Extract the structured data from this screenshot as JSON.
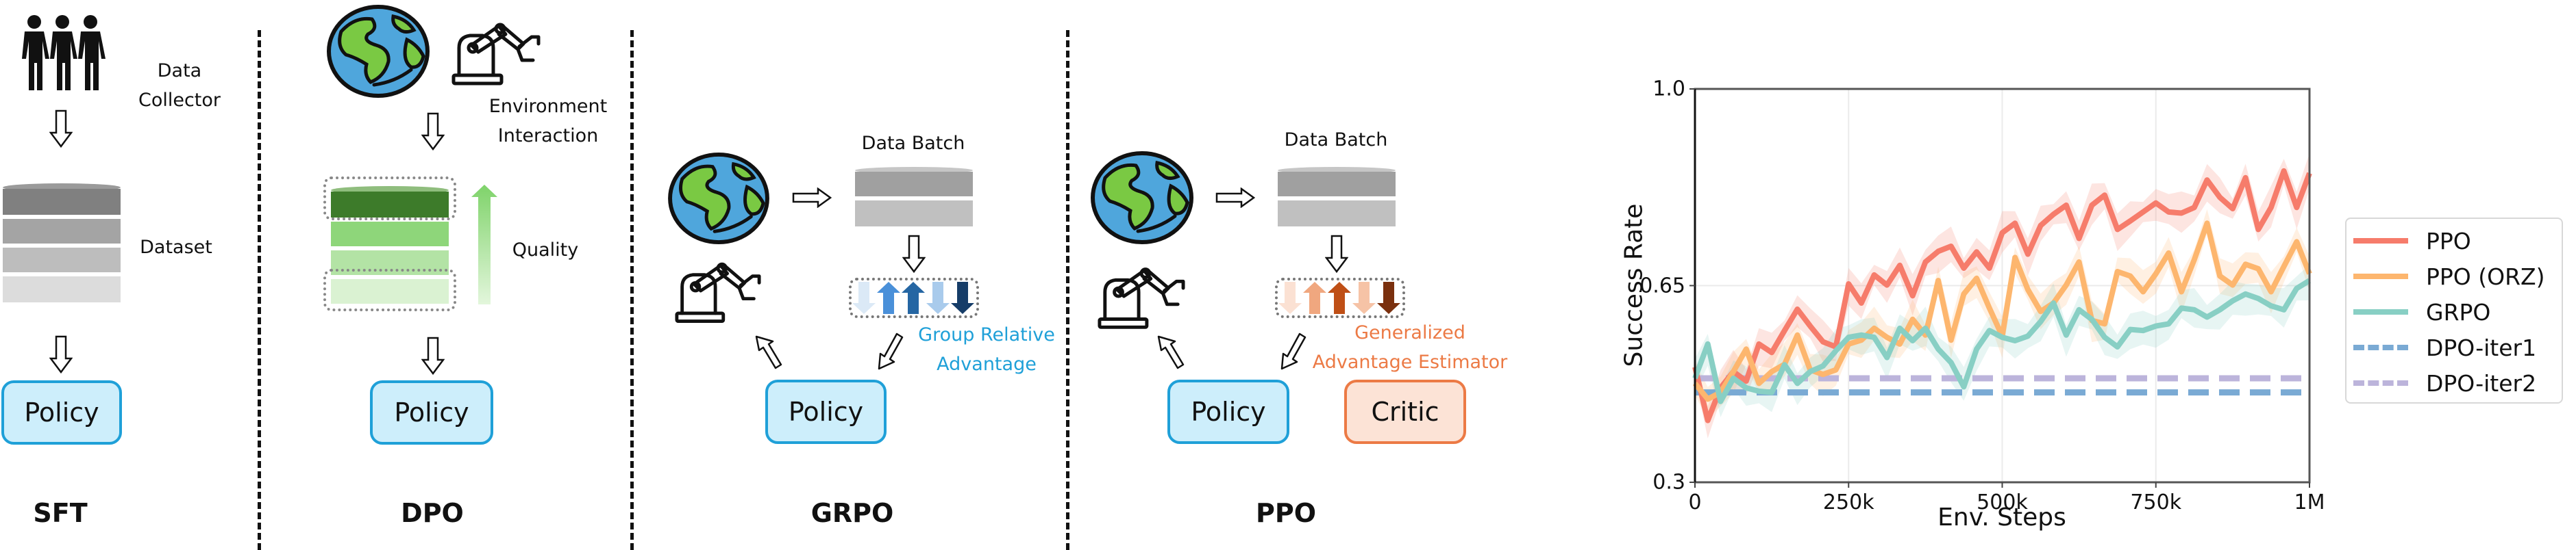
{
  "panels": {
    "sft": {
      "title": "SFT",
      "collector_line1": "Data",
      "collector_line2": "Collector",
      "dataset_label": "Dataset",
      "policy_label": "Policy"
    },
    "dpo": {
      "title": "DPO",
      "env_line1": "Environment",
      "env_line2": "Interaction",
      "quality_label": "Quality",
      "policy_label": "Policy"
    },
    "grpo": {
      "title": "GRPO",
      "batch_label": "Data Batch",
      "advantage_line1": "Group Relative",
      "advantage_line2": "Advantage",
      "policy_label": "Policy"
    },
    "ppo": {
      "title": "PPO",
      "batch_label": "Data Batch",
      "advantage_line1": "Generalized",
      "advantage_line2": "Advantage Estimator",
      "policy_label": "Policy",
      "critic_label": "Critic"
    }
  },
  "icons": {
    "people": "people-icon",
    "globe": "globe-icon",
    "robot": "robot-arm-icon",
    "database": "database-icon",
    "arrow": "hollow-arrow-icon"
  },
  "colors": {
    "policy_fill": "#cdeefb",
    "policy_border": "#1fa0d8",
    "critic_fill": "#fce3d6",
    "critic_border": "#ec7a45",
    "grpo_arrows": [
      "#dbe9f6",
      "#4a90d9",
      "#2566a3",
      "#a9cbec",
      "#163d68"
    ],
    "ppo_arrows": [
      "#fbe1d3",
      "#f0a77f",
      "#bf4f16",
      "#f6c3a6",
      "#7a300e"
    ],
    "grpo_arrow_dirs": [
      "down",
      "up",
      "up",
      "down",
      "down"
    ],
    "ppo_arrow_dirs": [
      "down",
      "up",
      "up",
      "down",
      "down"
    ]
  },
  "chart_data": {
    "type": "line",
    "title": "",
    "xlabel": "Env. Steps",
    "ylabel": "Success Rate",
    "xlim": [
      0,
      1000000
    ],
    "ylim": [
      0.3,
      1.0
    ],
    "xticks": [
      0,
      250000,
      500000,
      750000,
      1000000
    ],
    "xtick_labels": [
      "0",
      "250k",
      "500k",
      "750k",
      "1M"
    ],
    "yticks": [
      0.3,
      0.65,
      1.0
    ],
    "ytick_labels": [
      "0.3",
      "0.65",
      "1.0"
    ],
    "grid": true,
    "legend_position": "right-outside",
    "n_points": 49,
    "series": [
      {
        "name": "PPO",
        "color": "#f67c6b",
        "style": "solid",
        "band": 0.03,
        "values": [
          0.505,
          0.41,
          0.468,
          0.497,
          0.48,
          0.546,
          0.531,
          0.57,
          0.608,
          0.578,
          0.55,
          0.541,
          0.653,
          0.619,
          0.669,
          0.651,
          0.686,
          0.632,
          0.692,
          0.711,
          0.72,
          0.681,
          0.71,
          0.681,
          0.744,
          0.761,
          0.706,
          0.757,
          0.777,
          0.793,
          0.734,
          0.793,
          0.811,
          0.75,
          0.765,
          0.781,
          0.797,
          0.781,
          0.779,
          0.789,
          0.838,
          0.807,
          0.787,
          0.842,
          0.75,
          0.789,
          0.854,
          0.789,
          0.85
        ]
      },
      {
        "name": "PPO (ORZ)",
        "color": "#fdb66e",
        "style": "solid",
        "band": 0.03,
        "values": [
          0.476,
          0.448,
          0.46,
          0.497,
          0.537,
          0.476,
          0.497,
          0.51,
          0.562,
          0.5,
          0.492,
          0.5,
          0.546,
          0.553,
          0.574,
          0.558,
          0.546,
          0.59,
          0.562,
          0.659,
          0.553,
          0.635,
          0.663,
          0.61,
          0.56,
          0.7,
          0.643,
          0.604,
          0.619,
          0.651,
          0.692,
          0.588,
          0.582,
          0.675,
          0.667,
          0.639,
          0.671,
          0.708,
          0.639,
          0.696,
          0.761,
          0.667,
          0.651,
          0.688,
          0.68,
          0.639,
          0.684,
          0.728,
          0.671
        ]
      },
      {
        "name": "GRPO",
        "color": "#88cfc4",
        "style": "solid",
        "band": 0.03,
        "values": [
          0.485,
          0.546,
          0.444,
          0.485,
          0.468,
          0.462,
          0.46,
          0.509,
          0.476,
          0.497,
          0.507,
          0.534,
          0.558,
          0.562,
          0.558,
          0.522,
          0.574,
          0.552,
          0.574,
          0.537,
          0.513,
          0.47,
          0.537,
          0.57,
          0.558,
          0.552,
          0.56,
          0.586,
          0.619,
          0.562,
          0.607,
          0.59,
          0.558,
          0.541,
          0.572,
          0.57,
          0.578,
          0.582,
          0.61,
          0.607,
          0.594,
          0.607,
          0.623,
          0.635,
          0.627,
          0.614,
          0.607,
          0.645,
          0.659
        ]
      },
      {
        "name": "DPO-iter1",
        "color": "#7aaad4",
        "style": "dashed",
        "constant": 0.46
      },
      {
        "name": "DPO-iter2",
        "color": "#bcb4db",
        "style": "dashed",
        "constant": 0.485
      }
    ]
  }
}
